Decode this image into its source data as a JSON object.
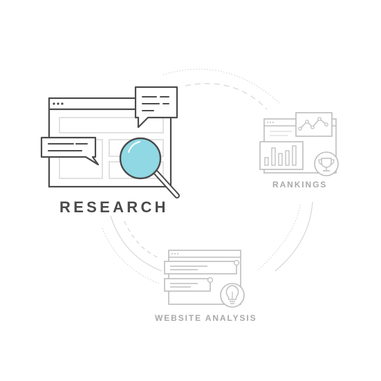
{
  "diagram": {
    "research_label": "RESEARCH",
    "rankings_label": "RANKINGS",
    "website_analysis_label": "WEBSITE ANALYSIS"
  },
  "colors": {
    "primary_stroke": "#4a4a4a",
    "muted_stroke": "#bdbdbd",
    "light_fill": "#ececec",
    "magnifier_lens": "#8fd8e4",
    "background": "#ffffff"
  },
  "icons": {
    "research": [
      "browser-window-icon",
      "speech-bubble-icon",
      "magnifying-glass-icon"
    ],
    "rankings": [
      "browser-window-icon",
      "line-chart-icon",
      "bar-chart-icon",
      "trophy-icon"
    ],
    "website_analysis": [
      "browser-window-icon",
      "list-card-icon",
      "lightbulb-icon"
    ]
  }
}
